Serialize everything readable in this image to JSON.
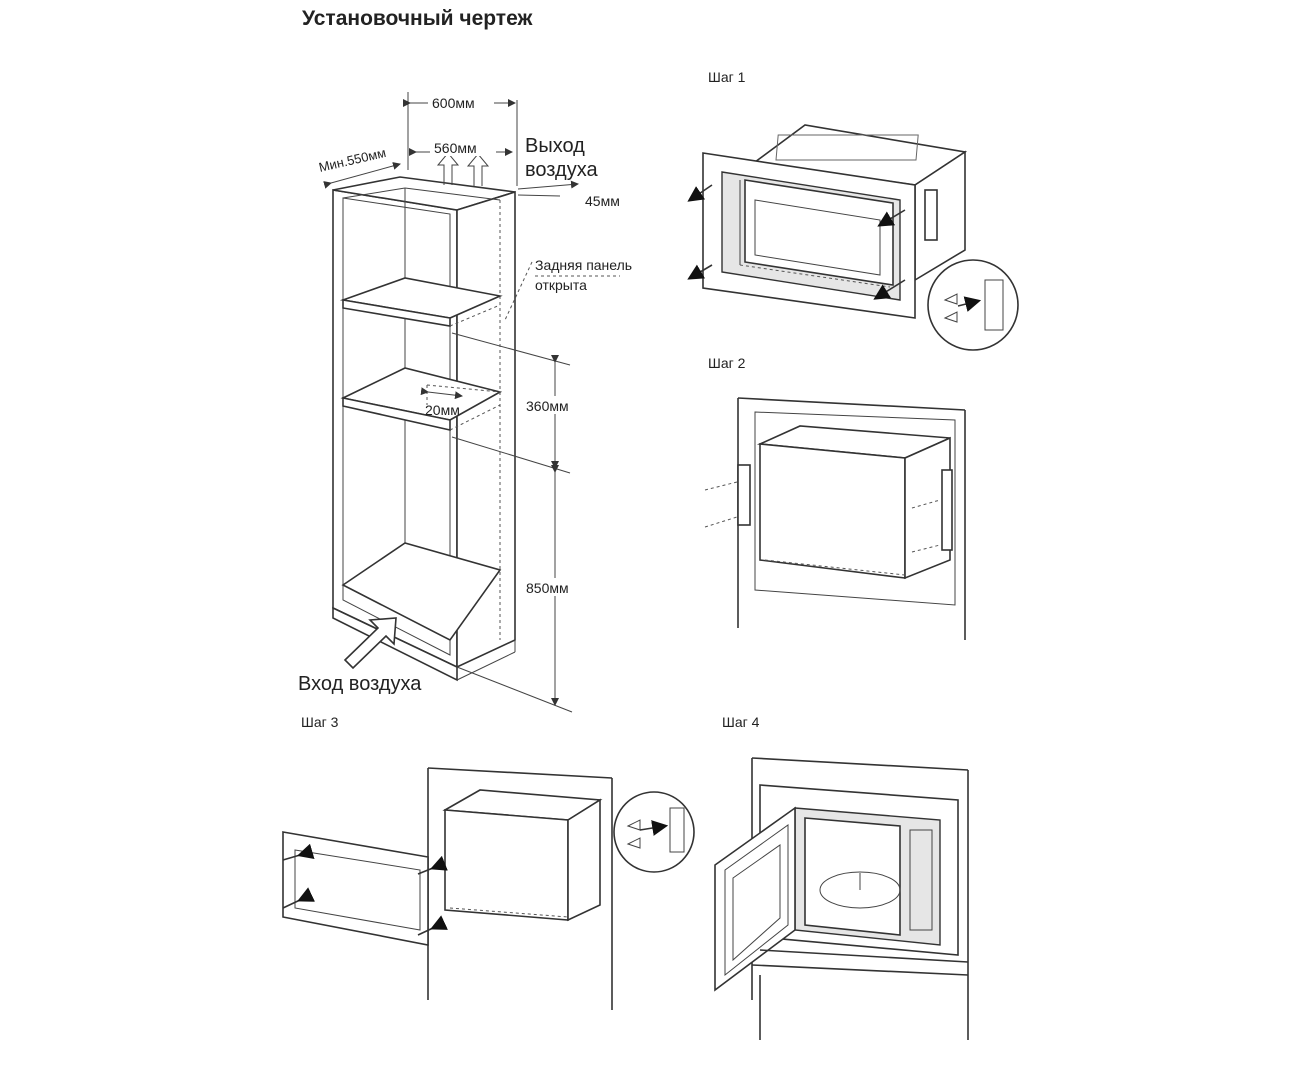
{
  "title": "Установочный чертеж",
  "steps": {
    "step1": "Шаг 1",
    "step2": "Шаг 2",
    "step3": "Шаг 3",
    "step4": "Шаг 4"
  },
  "labels": {
    "w600": "600мм",
    "w560": "560мм",
    "min550": "Мин.550мм",
    "air_out_1": "Выход",
    "air_out_2": "воздуха",
    "d45": "45мм",
    "back_1": "Задняя панель",
    "back_2": "открыта",
    "d20": "20мм",
    "h360": "360мм",
    "h850": "850мм",
    "air_in": "Вход воздуха"
  }
}
